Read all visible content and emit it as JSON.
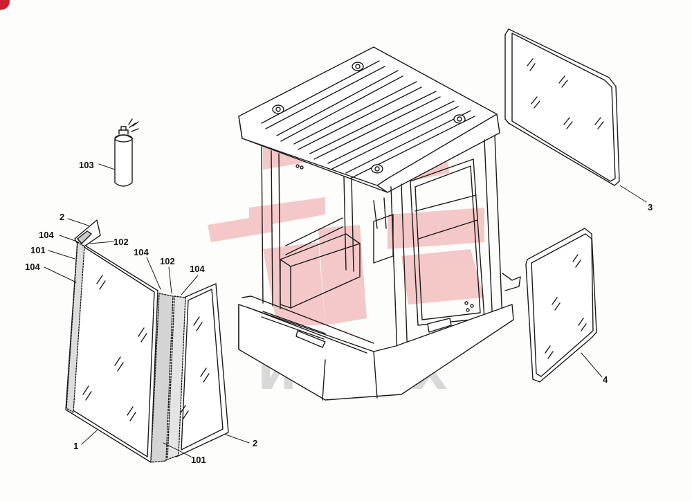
{
  "diagram": {
    "callouts": {
      "c1": "1",
      "c2a": "2",
      "c2b": "2",
      "c3": "3",
      "c4": "4",
      "c101a": "101",
      "c101b": "101",
      "c102a": "102",
      "c102b": "102",
      "c103": "103",
      "c104a": "104",
      "c104b": "104",
      "c104c": "104",
      "c104d": "104"
    },
    "watermark": "ИНТЕХ"
  },
  "colors": {
    "line": "#1a1a1a",
    "watermark_red": "#f2b7b7",
    "watermark_gray": "#d8d8d8",
    "badge": "#cc1f2f"
  }
}
